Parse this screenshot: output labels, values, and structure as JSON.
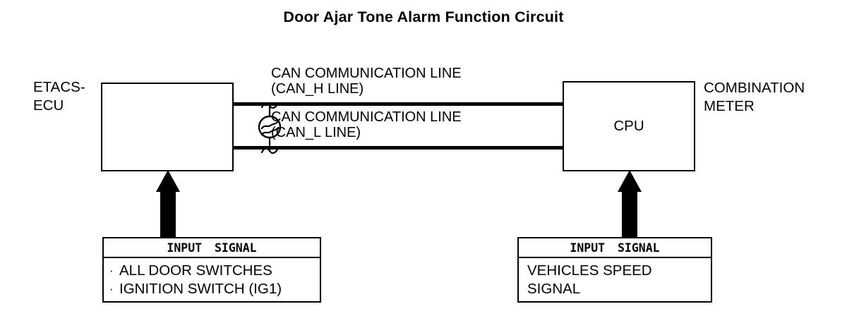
{
  "title": "Door Ajar Tone Alarm Function Circuit",
  "etacs": {
    "label_line1": "ETACS-",
    "label_line2": "ECU",
    "symbol_icon": "tone-alarm-icon"
  },
  "combination_meter": {
    "label_line1": "COMBINATION",
    "label_line2": "METER",
    "cpu": "CPU"
  },
  "can_h": {
    "line1": "CAN COMMUNICATION LINE",
    "line2": "(CAN_H LINE)"
  },
  "can_l": {
    "line1": "CAN COMMUNICATION LINE",
    "line2": "(CAN_L LINE)"
  },
  "input_left": {
    "header": "INPUT SIGNAL",
    "bullet": "·",
    "item1": "ALL DOOR SWITCHES",
    "item2": "IGNITION SWITCH (IG1)"
  },
  "input_right": {
    "header": "INPUT SIGNAL",
    "line1": "VEHICLES SPEED",
    "line2": "SIGNAL"
  },
  "colors": {
    "ink": "#000000",
    "paper": "#ffffff"
  }
}
